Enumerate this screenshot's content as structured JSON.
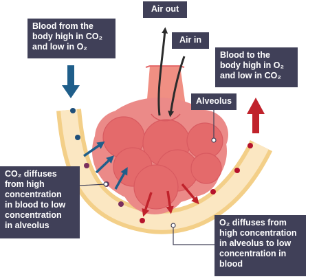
{
  "labels": {
    "air_out": "Air out",
    "air_in": "Air in",
    "blood_from_body": "Blood from the\nbody high in CO₂\nand low in O₂",
    "blood_to_body": "Blood to the\nbody high in O₂\nand low in CO₂",
    "alveolus": "Alveolus",
    "co2_diffuses": "CO₂ diffuses\nfrom high\nconcentration\nin blood to low\nconcentration\nin alveolus",
    "o2_diffuses": "O₂ diffuses from\nhigh concentration\nin alveolus to low\nconcentration in\nblood"
  },
  "colors": {
    "label_bg": "#404058",
    "vessel_wall": "#f3cf88",
    "vessel_fill": "#fbe7c2",
    "alveolus_outer": "#eb8a88",
    "alveolus_inner": "#e46a6b",
    "airway": "#f08f83",
    "blue_arrow": "#1f5e8a",
    "red_arrow": "#c0222b",
    "deoxygenated_cell": "#1f4f7a",
    "transitional_cell": "#7a2f5e",
    "oxygenated_cell": "#b5122c"
  }
}
